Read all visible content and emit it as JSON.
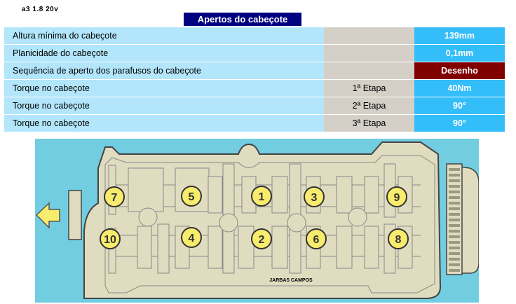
{
  "model": "a3  1.8   20v",
  "title": "Apertos do cabeçote",
  "rows": [
    {
      "label": "Altura mínima do cabeçote",
      "step": "",
      "value": "139mm",
      "highlight": false
    },
    {
      "label": "Planicidade do cabeçote",
      "step": "",
      "value": "0,1mm",
      "highlight": false
    },
    {
      "label": "Sequência de aperto dos parafusos do cabeçote",
      "step": "",
      "value": "Desenho",
      "highlight": true
    },
    {
      "label": "Torque no cabeçote",
      "step": "1ª Etapa",
      "value": "40Nm",
      "highlight": false
    },
    {
      "label": "Torque no cabeçote",
      "step": "2ª Etapa",
      "value": "90°",
      "highlight": false
    },
    {
      "label": "Torque no cabeçote",
      "step": "3ª Etapa",
      "value": "90°",
      "highlight": false
    }
  ],
  "diagram": {
    "signature": "JARBAS CAMPOS",
    "bolts": [
      "1",
      "2",
      "3",
      "4",
      "5",
      "6",
      "7",
      "8",
      "9",
      "10"
    ],
    "colors": {
      "background": "#72cde0",
      "head": "#e0dcc0",
      "bolt": "#f8ec6c",
      "arrow": "#f8ec6c"
    }
  }
}
